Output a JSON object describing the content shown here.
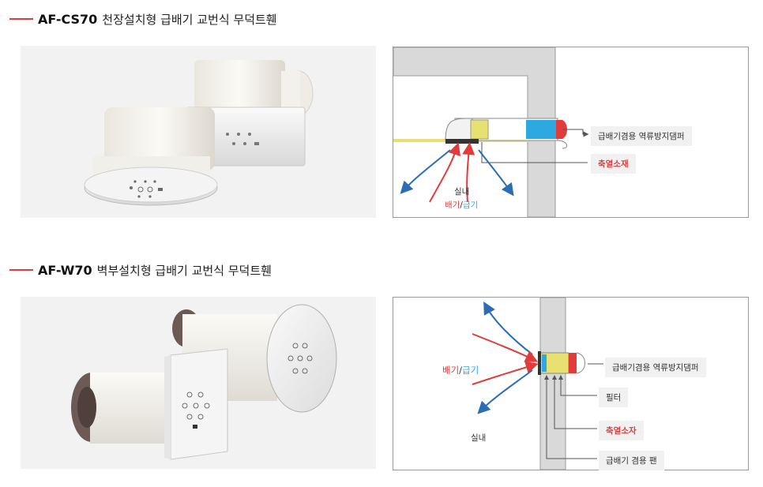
{
  "section1": {
    "model": "AF-CS70",
    "desc": "천장설치형 급배기 교번식 무덕트휀",
    "labels": {
      "damper": "급배기겸용 역류방지댐퍼",
      "insulation": "축열소재",
      "indoor": "실내",
      "exhaust": "배기",
      "slash": "/",
      "supply": "급기"
    }
  },
  "section2": {
    "model": "AF-W70",
    "desc": "벽부설치형 급배기 교번식 무덕트휀",
    "labels": {
      "damper": "급배기겸용 역류방지댐퍼",
      "filter": "필터",
      "insulation": "축열소자",
      "fan": "급배기 겸용 팬",
      "indoor": "실내",
      "exhaust": "배기",
      "slash": "/",
      "supply": "급기"
    }
  },
  "colors": {
    "accent_red": "#e23b3b",
    "accent_blue": "#2ea8e0",
    "wall_gray": "#d9d9d9",
    "insulation_yellow": "#e8e070"
  }
}
